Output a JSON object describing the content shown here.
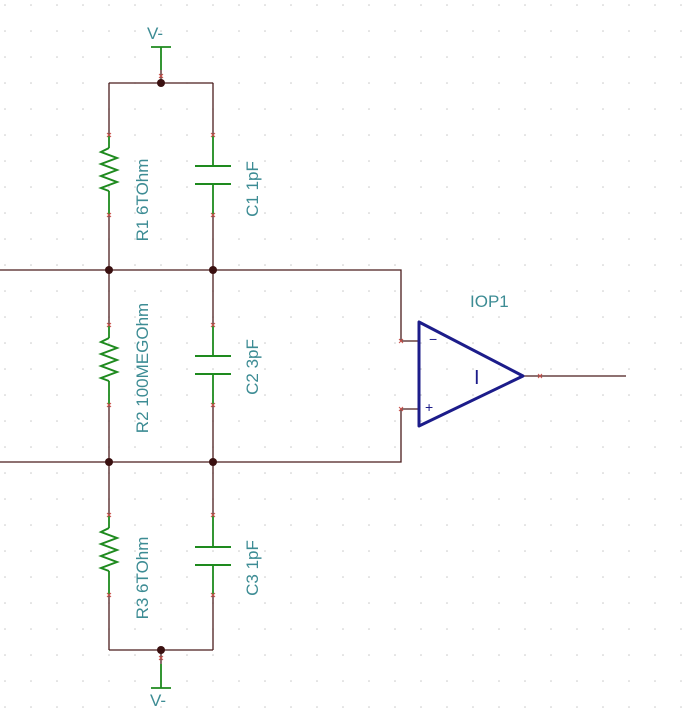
{
  "supplies": {
    "top": "V-",
    "bottom": "V-"
  },
  "components": {
    "r1": "R1 6TOhm",
    "c1": "C1 1pF",
    "r2": "R2 100MEGOhm",
    "c2": "C2 3pF",
    "r3": "R3 6TOhm",
    "c3": "C3 1pF"
  },
  "opamp": {
    "label": "IOP1",
    "symbol": "I",
    "inverting_sign": "−",
    "noninverting_sign": "+"
  },
  "colors": {
    "wire": "#4a1c1c",
    "component": "#1e8a1e",
    "opamp": "#1c1c8a",
    "label": "#3d8c94",
    "grid_dot": "#c8c8c8",
    "pin_marker": "#c8504a"
  }
}
